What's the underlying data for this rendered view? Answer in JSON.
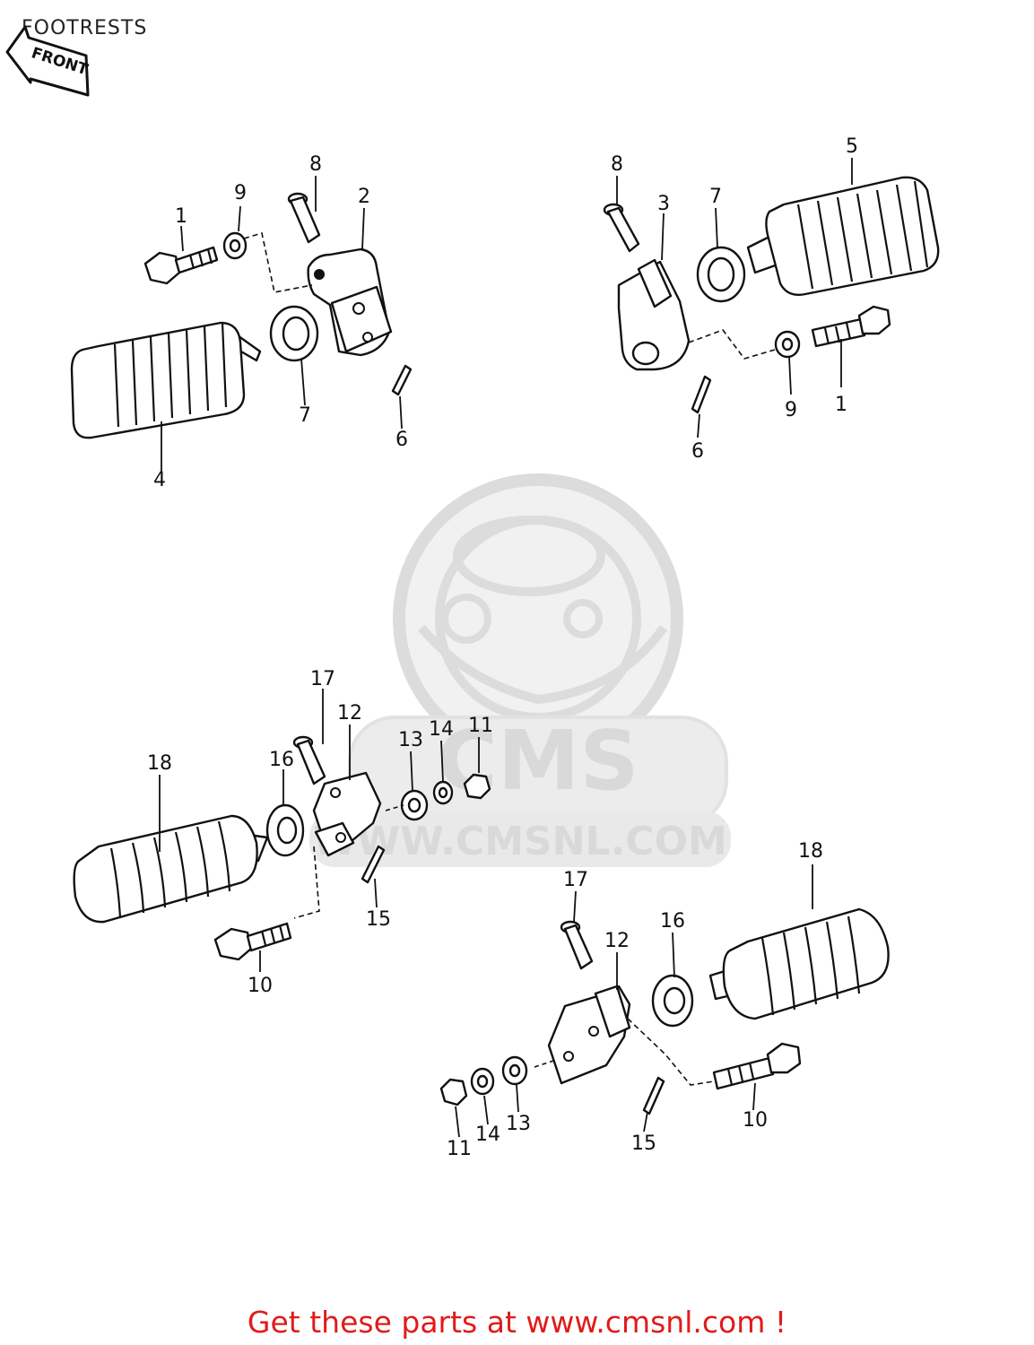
{
  "diagram": {
    "title": "FOOTRESTS",
    "front_badge": "FRONT",
    "watermark": {
      "brand": "CMS",
      "url": "WWW.CMSNL.COM"
    },
    "callouts": {
      "upper_left": [
        "1",
        "9",
        "8",
        "2",
        "7",
        "4",
        "6"
      ],
      "upper_right": [
        "8",
        "3",
        "7",
        "5",
        "9",
        "1",
        "6"
      ],
      "lower_left": [
        "17",
        "12",
        "13",
        "14",
        "11",
        "18",
        "16",
        "15",
        "10"
      ],
      "lower_right": [
        "17",
        "12",
        "18",
        "16",
        "11",
        "14",
        "13",
        "15",
        "10"
      ]
    }
  },
  "footer": {
    "text": "Get these parts at www.cmsnl.com !",
    "color": "#e01b1b"
  }
}
